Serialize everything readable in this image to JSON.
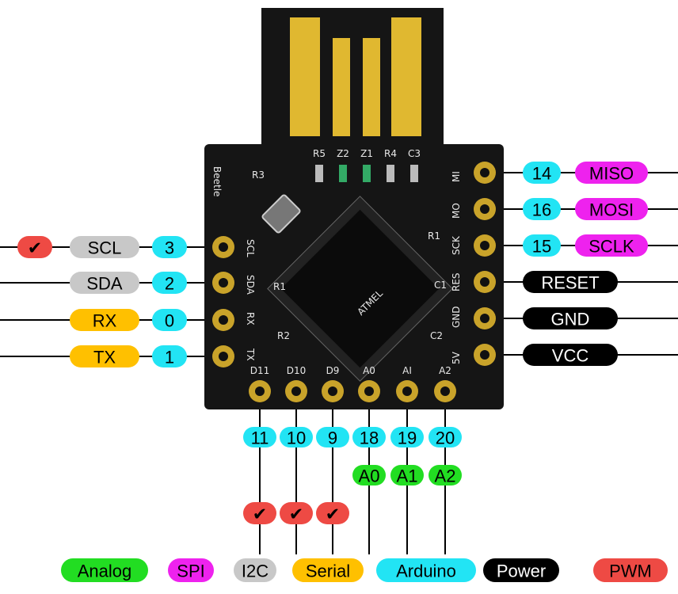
{
  "colors": {
    "analog": "#22dd22",
    "spi": "#ee22ee",
    "i2c": "#c8c8c8",
    "serial": "#ffc000",
    "arduino": "#22e4f4",
    "power": "#000000",
    "pwm": "#ee4a44",
    "board": "#151515",
    "pad": "#c9a32a"
  },
  "board": {
    "name": "Beetle",
    "chip": "ATMEL",
    "top_parts": [
      "R5",
      "Z2",
      "Z1",
      "R4",
      "C3"
    ],
    "left_pads": [
      "SCL",
      "SDA",
      "RX",
      "TX"
    ],
    "right_pads": [
      "MI",
      "MO",
      "SCK",
      "RES",
      "GND",
      "5V"
    ],
    "bottom_pads": [
      "D11",
      "D10",
      "D9",
      "A0",
      "AI",
      "A2"
    ],
    "component_labels": [
      "R3",
      "R1",
      "R2",
      "R1",
      "C1",
      "C2"
    ]
  },
  "left_pins": [
    {
      "arduino": "3",
      "func": "SCL",
      "func_type": "i2c",
      "pwm": true,
      "pwm_mark": "✔"
    },
    {
      "arduino": "2",
      "func": "SDA",
      "func_type": "i2c",
      "pwm": false,
      "pwm_mark": ""
    },
    {
      "arduino": "0",
      "func": "RX",
      "func_type": "serial",
      "pwm": false,
      "pwm_mark": ""
    },
    {
      "arduino": "1",
      "func": "TX",
      "func_type": "serial",
      "pwm": false,
      "pwm_mark": ""
    }
  ],
  "right_pins": [
    {
      "arduino": "14",
      "func": "MISO",
      "func_type": "spi"
    },
    {
      "arduino": "16",
      "func": "MOSI",
      "func_type": "spi"
    },
    {
      "arduino": "15",
      "func": "SCLK",
      "func_type": "spi"
    },
    {
      "arduino": "",
      "func": "RESET",
      "func_type": "power"
    },
    {
      "arduino": "",
      "func": "GND",
      "func_type": "power"
    },
    {
      "arduino": "",
      "func": "VCC",
      "func_type": "power"
    }
  ],
  "bottom_pins": [
    {
      "arduino": "11",
      "analog": "",
      "pwm": true,
      "pwm_mark": "✔"
    },
    {
      "arduino": "10",
      "analog": "",
      "pwm": true,
      "pwm_mark": "✔"
    },
    {
      "arduino": "9",
      "analog": "",
      "pwm": true,
      "pwm_mark": "✔"
    },
    {
      "arduino": "18",
      "analog": "A0",
      "pwm": false,
      "pwm_mark": ""
    },
    {
      "arduino": "19",
      "analog": "A1",
      "pwm": false,
      "pwm_mark": ""
    },
    {
      "arduino": "20",
      "analog": "A2",
      "pwm": false,
      "pwm_mark": ""
    }
  ],
  "legend": [
    {
      "label": "Analog",
      "type": "analog"
    },
    {
      "label": "SPI",
      "type": "spi"
    },
    {
      "label": "I2C",
      "type": "i2c"
    },
    {
      "label": "Serial",
      "type": "serial"
    },
    {
      "label": "Arduino",
      "type": "arduino"
    },
    {
      "label": "Power",
      "type": "power"
    },
    {
      "label": "PWM",
      "type": "pwm"
    }
  ]
}
